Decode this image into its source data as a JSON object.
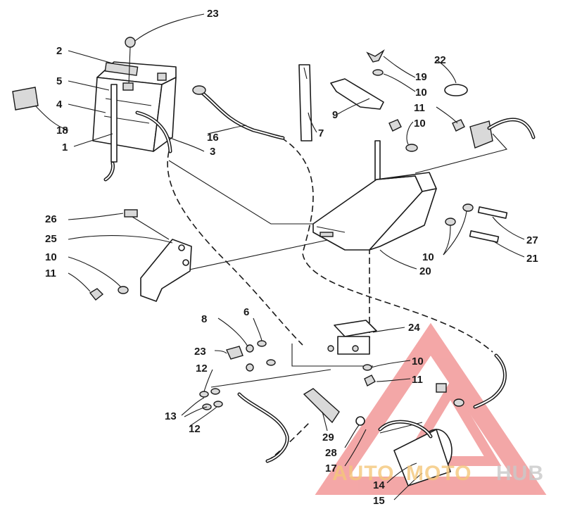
{
  "callouts": {
    "c1": "1",
    "c2": "2",
    "c3": "3",
    "c4": "4",
    "c5": "5",
    "c6": "6",
    "c7": "7",
    "c8": "8",
    "c9": "9",
    "c10a": "10",
    "c10b": "10",
    "c10c": "10",
    "c10d": "10",
    "c10e": "10",
    "c11a": "11",
    "c11b": "11",
    "c11c": "11",
    "c12a": "12",
    "c12b": "12",
    "c13": "13",
    "c14": "14",
    "c15": "15",
    "c16": "16",
    "c17": "17",
    "c18": "18",
    "c19": "19",
    "c20": "20",
    "c21": "21",
    "c22": "22",
    "c23a": "23",
    "c23b": "23",
    "c24": "24",
    "c25": "25",
    "c26": "26",
    "c27": "27",
    "c28": "28",
    "c29": "29"
  },
  "watermark": {
    "auto": "AUTO",
    "moto": "MOTO",
    "hub": "HUB",
    "accent_color": "#f08a8a",
    "gold_color": "#f5c77a",
    "dark_color": "#c9c9c9"
  }
}
